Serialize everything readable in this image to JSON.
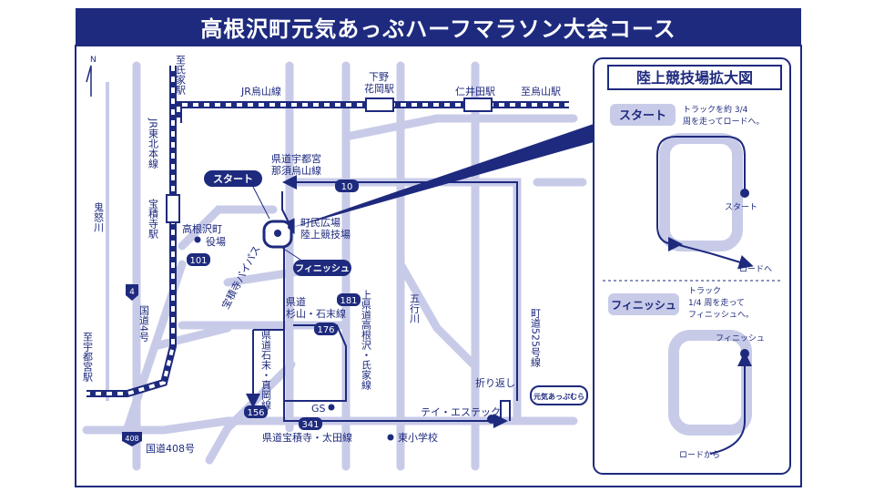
{
  "title": "高根沢町元気あっぷハーフマラソン大会コース",
  "colors": {
    "navy": "#1e2a7e",
    "road": "#c8cbe8",
    "white": "#ffffff"
  },
  "compass": "N",
  "stations": {
    "shimotsuke_hanaoka": "下野\n花岡駅",
    "niida": "仁井田駅",
    "to_karasuyama": "至烏山駅"
  },
  "railways": {
    "karasuyama_line": "JR烏山線",
    "tohoku_line": "JR東北本線",
    "to_ujiie_station": "至氏家駅",
    "hoshakuji_station": "宝積寺駅",
    "to_utsunomiya_station": "至宇都宮駅"
  },
  "roads": {
    "pref_utsunomiya_nasukarasuyama": "県道宇都宮\n那須烏山線",
    "route_10": "10",
    "route_101": "101",
    "route_181": "181",
    "route_176": "176",
    "route_156": "156",
    "route_341": "341",
    "route_4": "4",
    "route_408": "408",
    "national_4": "国道4号",
    "national_408": "国道408号",
    "hoshakuji_bypass": "宝積寺バイパス",
    "pref_sugiyama_ishisue": "県道\n杉山・石末線",
    "pref_ishisue_maoka": "県道石末・真岡線",
    "pref_kamitakanezawa_ujiie": "上県道高根沢・氏家線",
    "pref_hoshakuji_ota": "県道宝積寺・太田線",
    "town_525": "町道525号線"
  },
  "rivers": {
    "kinu": "鬼怒川",
    "gogyo": "五行川"
  },
  "places": {
    "town_office": "高根沢町役場",
    "stadium": "町民広場\n陸上競技場",
    "gs": "GS",
    "tei_s_tech": "テイ・エステック",
    "higashi_elem": "東小学校",
    "turnaround": "折り返し",
    "genki_appu_mura": "元気あっぷむら"
  },
  "markers": {
    "start": "スタート",
    "finish": "フィニッシュ"
  },
  "inset": {
    "title": "陸上競技場拡大図",
    "start_badge": "スタート",
    "start_desc": "トラックを約 3/4\n周を走ってロードへ。",
    "start_point": "スタート",
    "to_road": "ロードへ",
    "finish_badge": "フィニッシュ",
    "finish_desc": "トラック\n1/4 周を走って\nフィニッシュへ。",
    "finish_point": "フィニッシュ",
    "from_road": "ロードから"
  }
}
